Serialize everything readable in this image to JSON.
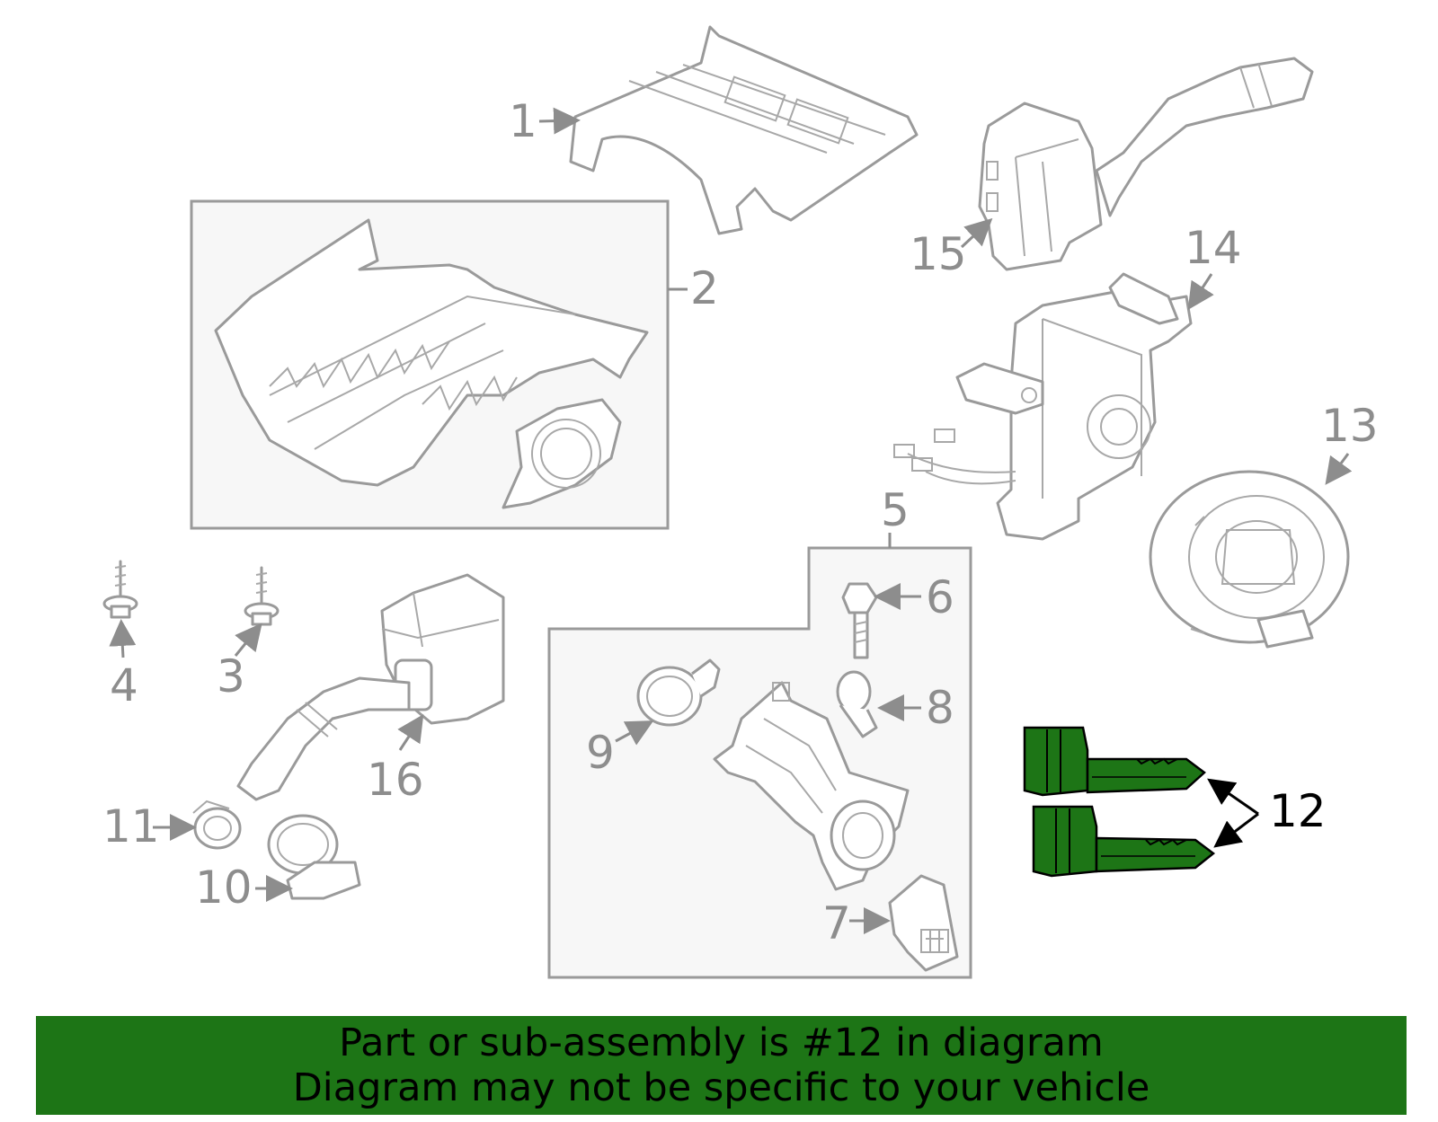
{
  "callouts": {
    "c1": "1",
    "c2": "2",
    "c3": "3",
    "c4": "4",
    "c5": "5",
    "c6": "6",
    "c7": "7",
    "c8": "8",
    "c9": "9",
    "c10": "10",
    "c11": "11",
    "c12": "12",
    "c13": "13",
    "c14": "14",
    "c15": "15",
    "c16": "16"
  },
  "highlighted_part": "12",
  "colors": {
    "highlight": "#1d7516",
    "part_stroke": "#9a9a9a",
    "callout_text": "#8d8d8d"
  },
  "banner": {
    "line1": "Part or sub-assembly is #12 in diagram",
    "line2": "Diagram may not be specific to your vehicle"
  }
}
